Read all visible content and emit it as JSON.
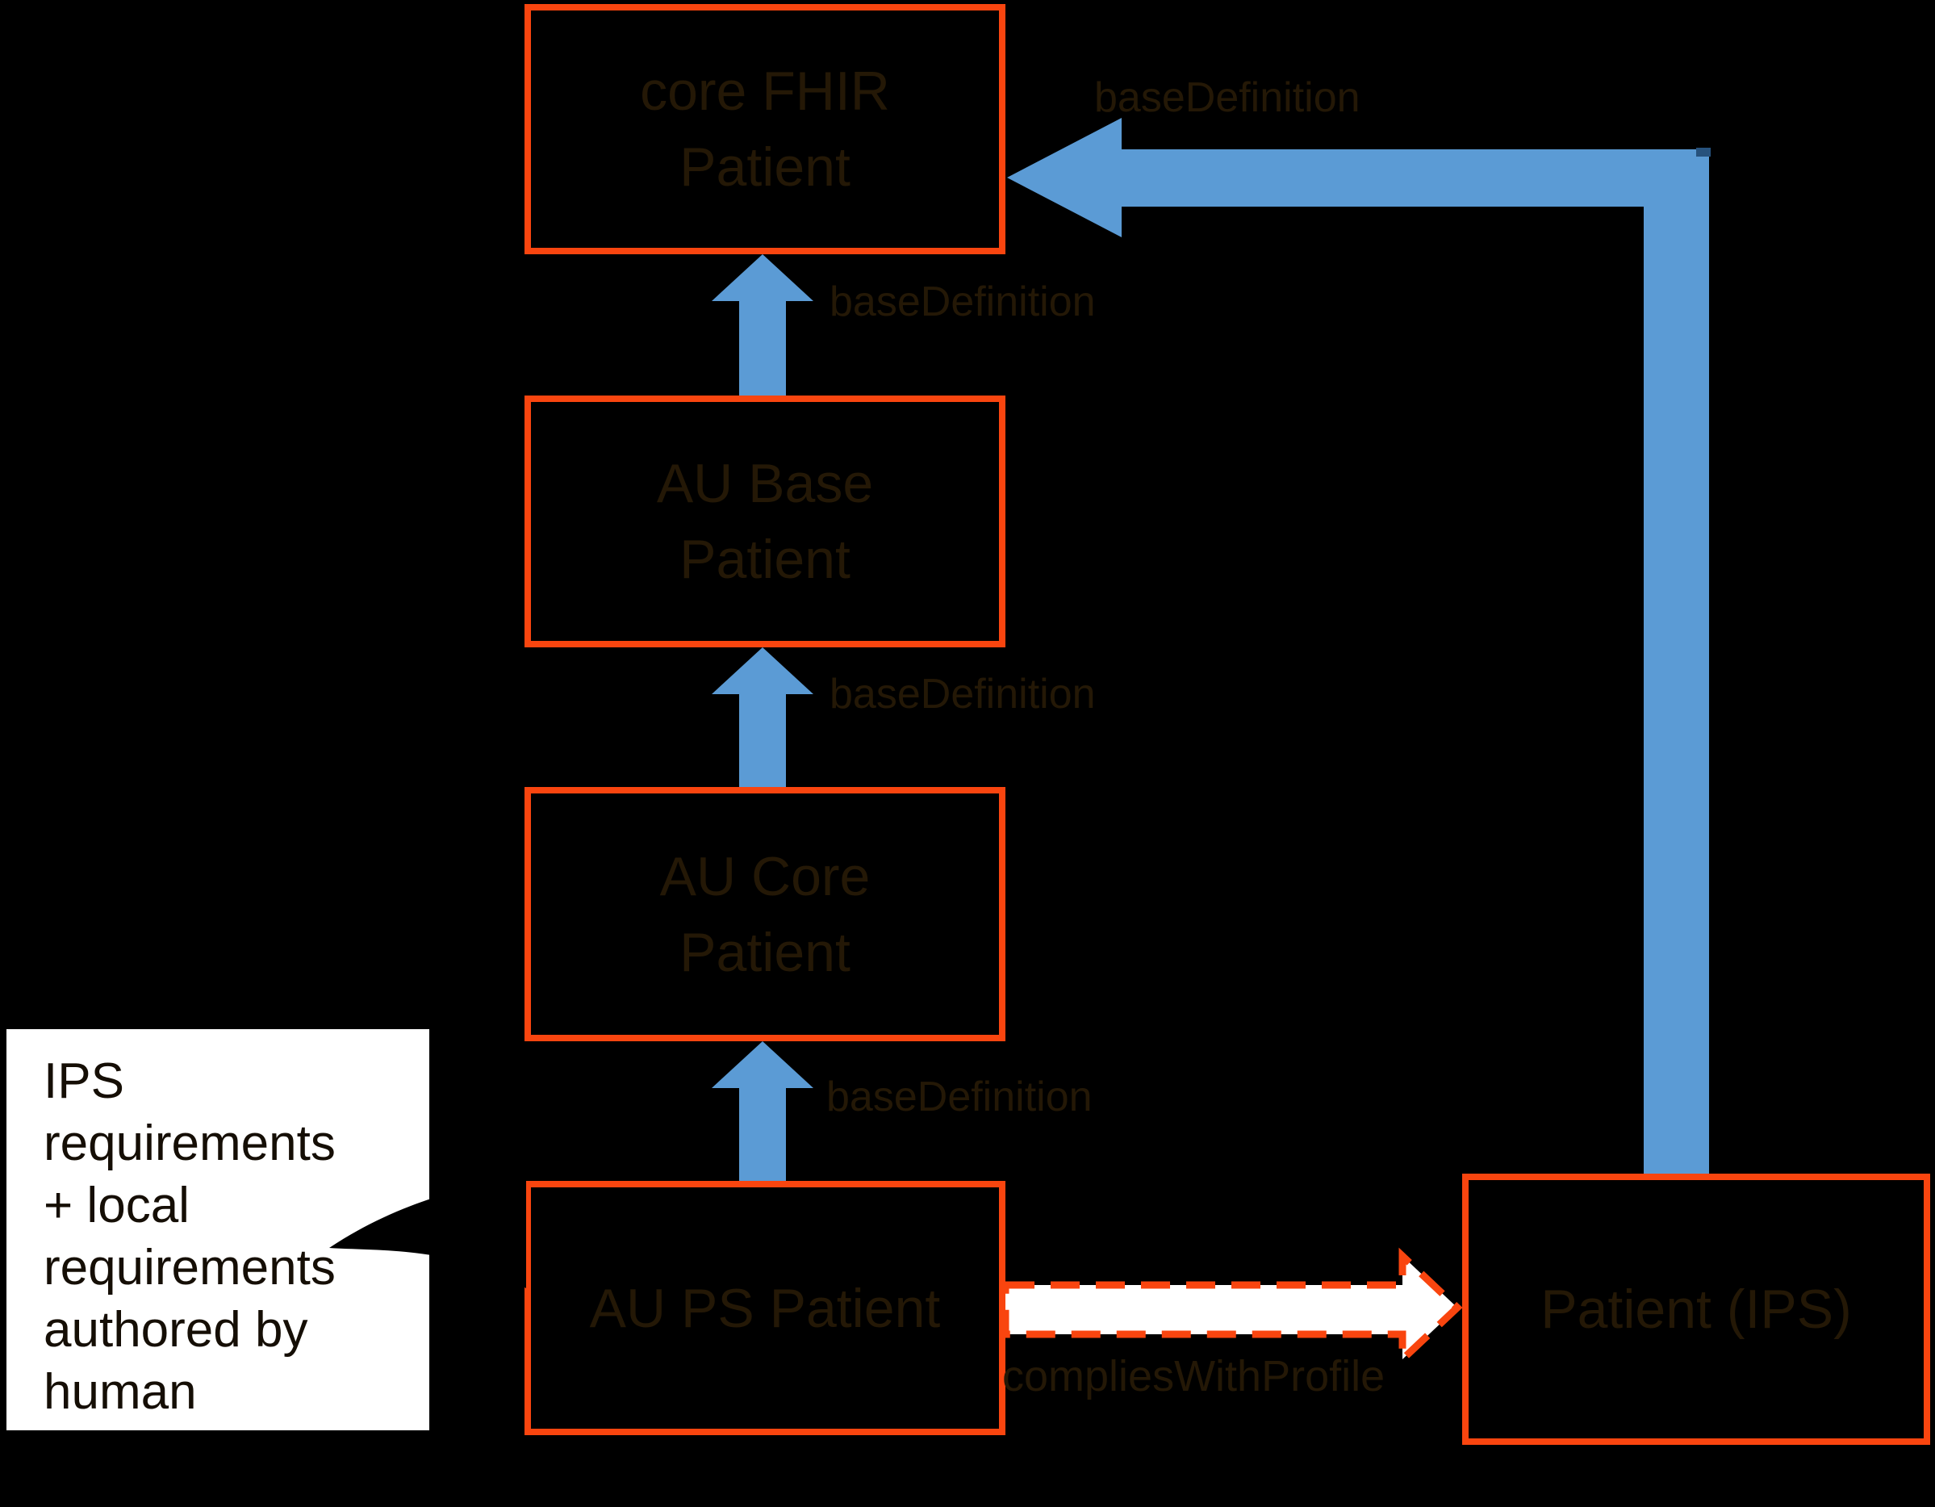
{
  "diagram": {
    "background": "#000000",
    "colors": {
      "box_border_orange": "#F9450F",
      "arrow_blue": "#5B9BD5",
      "arrow_blue_dark_edge": "#27527D",
      "label_text": "#241806",
      "callout_bg": "#FFFFFF",
      "callout_text": "#150E05"
    },
    "nodes": {
      "core_fhir": {
        "line1": "core FHIR",
        "line2": "Patient"
      },
      "au_base": {
        "line1": "AU Base",
        "line2": "Patient"
      },
      "au_core": {
        "line1": "AU Core",
        "line2": "Patient"
      },
      "au_ps": {
        "line1": "AU PS Patient"
      },
      "patient_ips": {
        "line1": "Patient (IPS)"
      }
    },
    "edge_labels": {
      "elbow_base_definition": "baseDefinition",
      "base_definition_1": "baseDefinition",
      "base_definition_2": "baseDefinition",
      "base_definition_3": "baseDefinition",
      "complies_with_profile": "compliesWithProfile"
    },
    "callout": {
      "lines": [
        "IPS",
        "requirements",
        "+ local",
        "requirements",
        "authored by",
        "human"
      ]
    }
  }
}
